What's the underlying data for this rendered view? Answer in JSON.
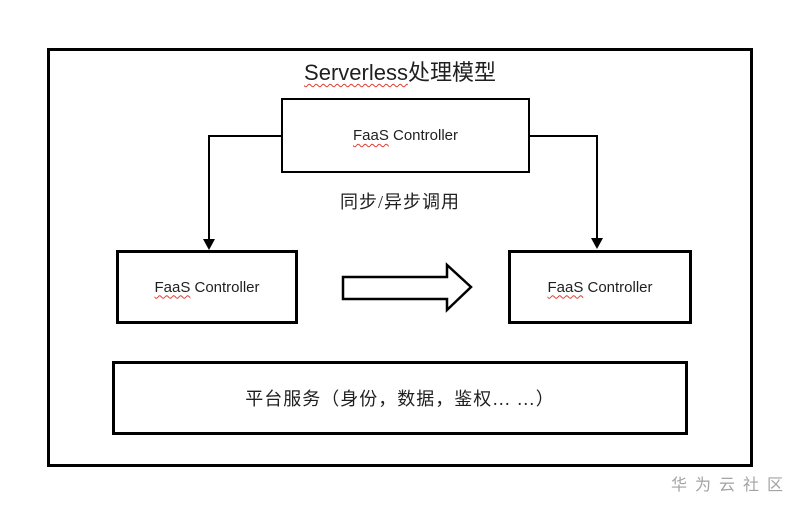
{
  "title": {
    "en": "Serverless",
    "zh": "处理模型"
  },
  "nodes": {
    "top": {
      "word": "FaaS",
      "rest": " Controller"
    },
    "left": {
      "word": "FaaS",
      "rest": " Controller"
    },
    "right": {
      "word": "FaaS",
      "rest": " Controller"
    },
    "platform": {
      "label": "平台服务（身份，数据，鉴权… …）"
    }
  },
  "labels": {
    "invoke_mode": "同步/异步调用"
  },
  "watermark": {
    "text": "华为云社区",
    "color": "#a3a3a3"
  },
  "colors": {
    "line": "#000000",
    "spellcheck": "#e03c31",
    "text": "#1f1f1f"
  }
}
